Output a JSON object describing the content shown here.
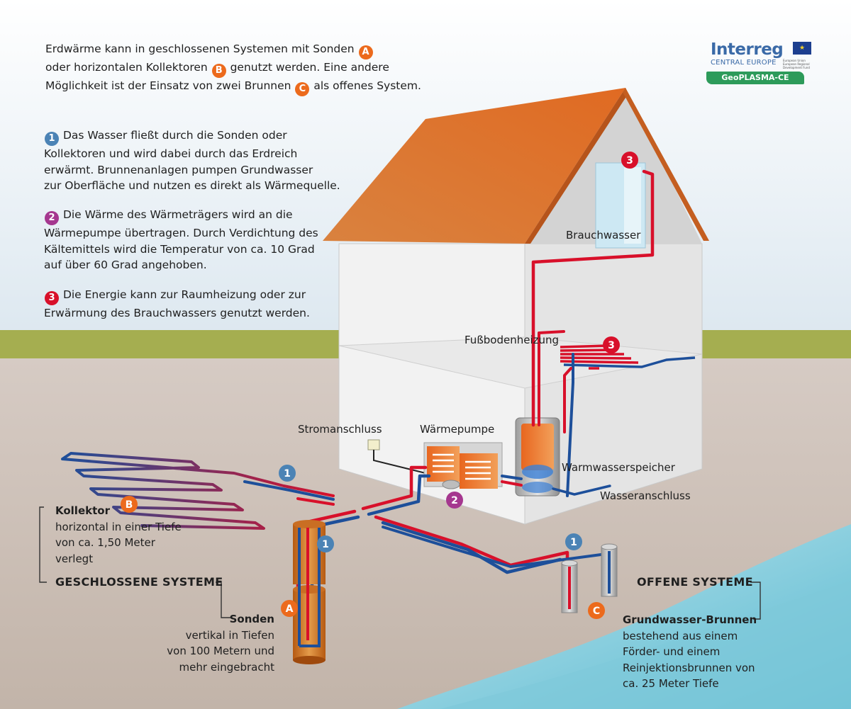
{
  "intro": {
    "line1": "Erdwärme kann in geschlossenen Systemen mit Sonden",
    "line2a": "oder horizontalen Kollektoren",
    "line2b": "genutzt werden. Eine andere",
    "line3a": "Möglichkeit ist der Einsatz von zwei Brunnen",
    "line3b": "als offenes System."
  },
  "badges": {
    "a": "A",
    "b": "B",
    "c": "C",
    "one": "1",
    "two": "2",
    "three": "3"
  },
  "steps": {
    "step1": [
      "Das Wasser fließt durch die Sonden oder",
      "Kollektoren und wird dabei durch das Erdreich",
      "erwärmt. Brunnenanlagen pumpen Grundwasser",
      "zur Oberfläche und nutzen es direkt als Wärmequelle."
    ],
    "step2": [
      "Die Wärme des Wärmeträgers wird an die",
      "Wärmepumpe übertragen. Durch Verdichtung des",
      "Kältemittels wird die Temperatur von ca. 10 Grad",
      "auf über 60 Grad angehoben."
    ],
    "step3": [
      "Die Energie kann zur Raumheizung oder zur",
      "Erwärmung des Brauchwassers genutzt werden."
    ]
  },
  "labels": {
    "brauchwasser": "Brauchwasser",
    "fussboden": "Fußbodenheizung",
    "strom": "Stromanschluss",
    "waermepumpe": "Wärmepumpe",
    "speicher": "Warmwasserspeicher",
    "wasseranschluss": "Wasseranschluss"
  },
  "kollektor": {
    "title": "Kollektor",
    "lines": [
      "horizontal in einer Tiefe",
      "von ca. 1,50 Meter",
      "verlegt"
    ]
  },
  "geschlossene": "GESCHLOSSENE SYSTEME",
  "sonden": {
    "title": "Sonden",
    "lines": [
      "vertikal in Tiefen",
      "von 100 Metern und",
      "mehr eingebracht"
    ]
  },
  "offene": "OFFENE SYSTEME",
  "brunnen": {
    "title": "Grundwasser-Brunnen",
    "lines": [
      "bestehend aus einem",
      "Förder- und einem",
      "Reinjektionsbrunnen von",
      "ca. 25 Meter Tiefe"
    ]
  },
  "logo": {
    "brand": "Interreg",
    "region": "CENTRAL EUROPE",
    "fund": [
      "European Union",
      "European Regional",
      "Development Fund"
    ],
    "project": "GeoPLASMA-CE"
  },
  "colors": {
    "warm_pipe": "#d8102a",
    "cold_pipe": "#1d4f9a",
    "roof": "#e07a2e",
    "grass": "#a5ae50",
    "ground": "#c8b8ad",
    "water": "#8fd0de"
  }
}
